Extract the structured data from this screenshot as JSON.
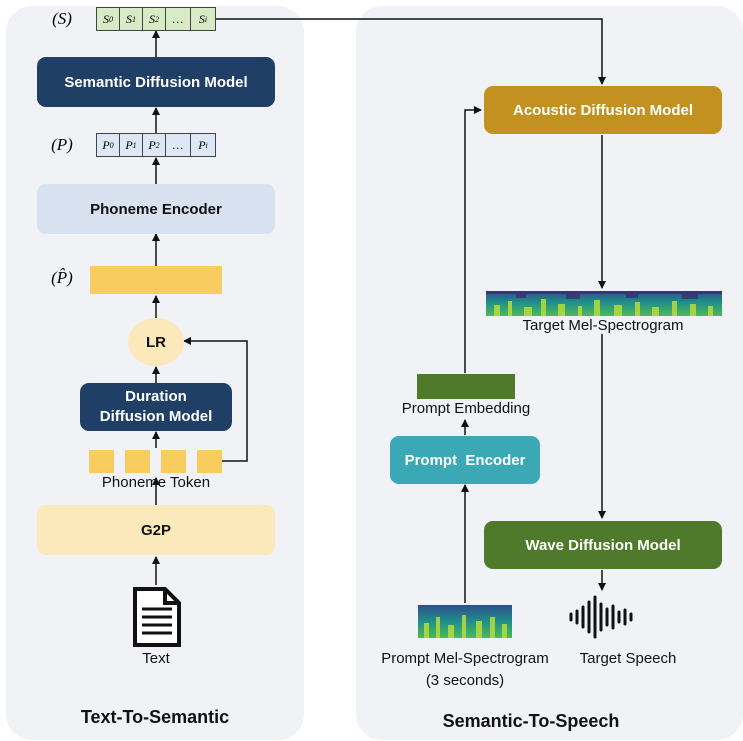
{
  "left_panel": {
    "title": "Text-To-Semantic",
    "semantic_seq_label": "(S)",
    "semantic_cells": [
      "S0",
      "S1",
      "S2",
      "…",
      "Si"
    ],
    "semantic_model": "Semantic Diffusion Model",
    "phoneme_seq_label": "(P)",
    "phoneme_cells": [
      "P0",
      "P1",
      "P2",
      "…",
      "Pi"
    ],
    "phoneme_encoder": "Phoneme Encoder",
    "expanded_label": "(P̂)",
    "lr": "LR",
    "duration_model": [
      "Duration",
      "Diffusion Model"
    ],
    "phoneme_token": "Phoneme Token",
    "g2p": "G2P",
    "text": "Text"
  },
  "right_panel": {
    "title": "Semantic-To-Speech",
    "acoustic_model": "Acoustic Diffusion Model",
    "target_mel": "Target Mel-Spectrogram",
    "prompt_embedding": "Prompt Embedding",
    "prompt_encoder": "Prompt  Encoder",
    "wave_model": "Wave Diffusion Model",
    "prompt_mel": "Prompt Mel-Spectrogram",
    "prompt_mel_note": "(3 seconds)",
    "target_speech": "Target Speech"
  },
  "colors": {
    "panel_bg": "#f1f2f6",
    "navy": "#1f3f66",
    "light_blue": "#d7e1ef",
    "cream": "#fbe8bb",
    "yellow": "#f8cc5e",
    "gold": "#c2911f",
    "teal": "#3aa9b5",
    "green": "#4f7a2b",
    "seq_green": "#d7ebc6",
    "seq_blue": "#dde7f5"
  }
}
